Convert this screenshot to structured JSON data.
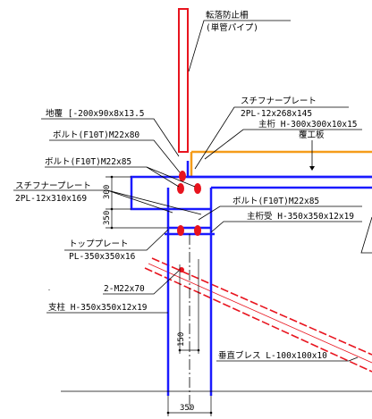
{
  "colors": {
    "steel": "#1a1aff",
    "flange_beam": "#f59c1a",
    "railing": "#e8141e",
    "brace": "#e8141e",
    "bolt": "#e8141e",
    "line": "#000000"
  },
  "labels": {
    "railing_1": "転落防止柵",
    "railing_2": "(単管パイプ)",
    "stiff_top_1": "スチフナープレート",
    "stiff_top_2": "2PL-12x268x145",
    "main_girder": "主桁 H-300x300x10x15",
    "cover_plate": "覆工板",
    "ground_cover": "地覆 [-200x90x8x13.5",
    "bolt_1": "ボルト(F10T)M22x80",
    "bolt_2": "ボルト(F10T)M22x85",
    "stiff_left_1": "スチフナープレート",
    "stiff_left_2": "2PL-12x310x169",
    "bolt_3": "ボルト(F10T)M22x85",
    "girder_support": "主桁受 H-350x350x12x19",
    "top_plate_1": "トッププレート",
    "top_plate_2": "PL-350x350x16",
    "bolts_2m22": "2-M22x70",
    "column": "支柱 H-350x350x12x19",
    "vertical_brace": "垂直ブレス L-100x100x10"
  },
  "dimensions": {
    "d300": "300",
    "d350_v": "350",
    "d150": "150",
    "d350_h": "350"
  }
}
